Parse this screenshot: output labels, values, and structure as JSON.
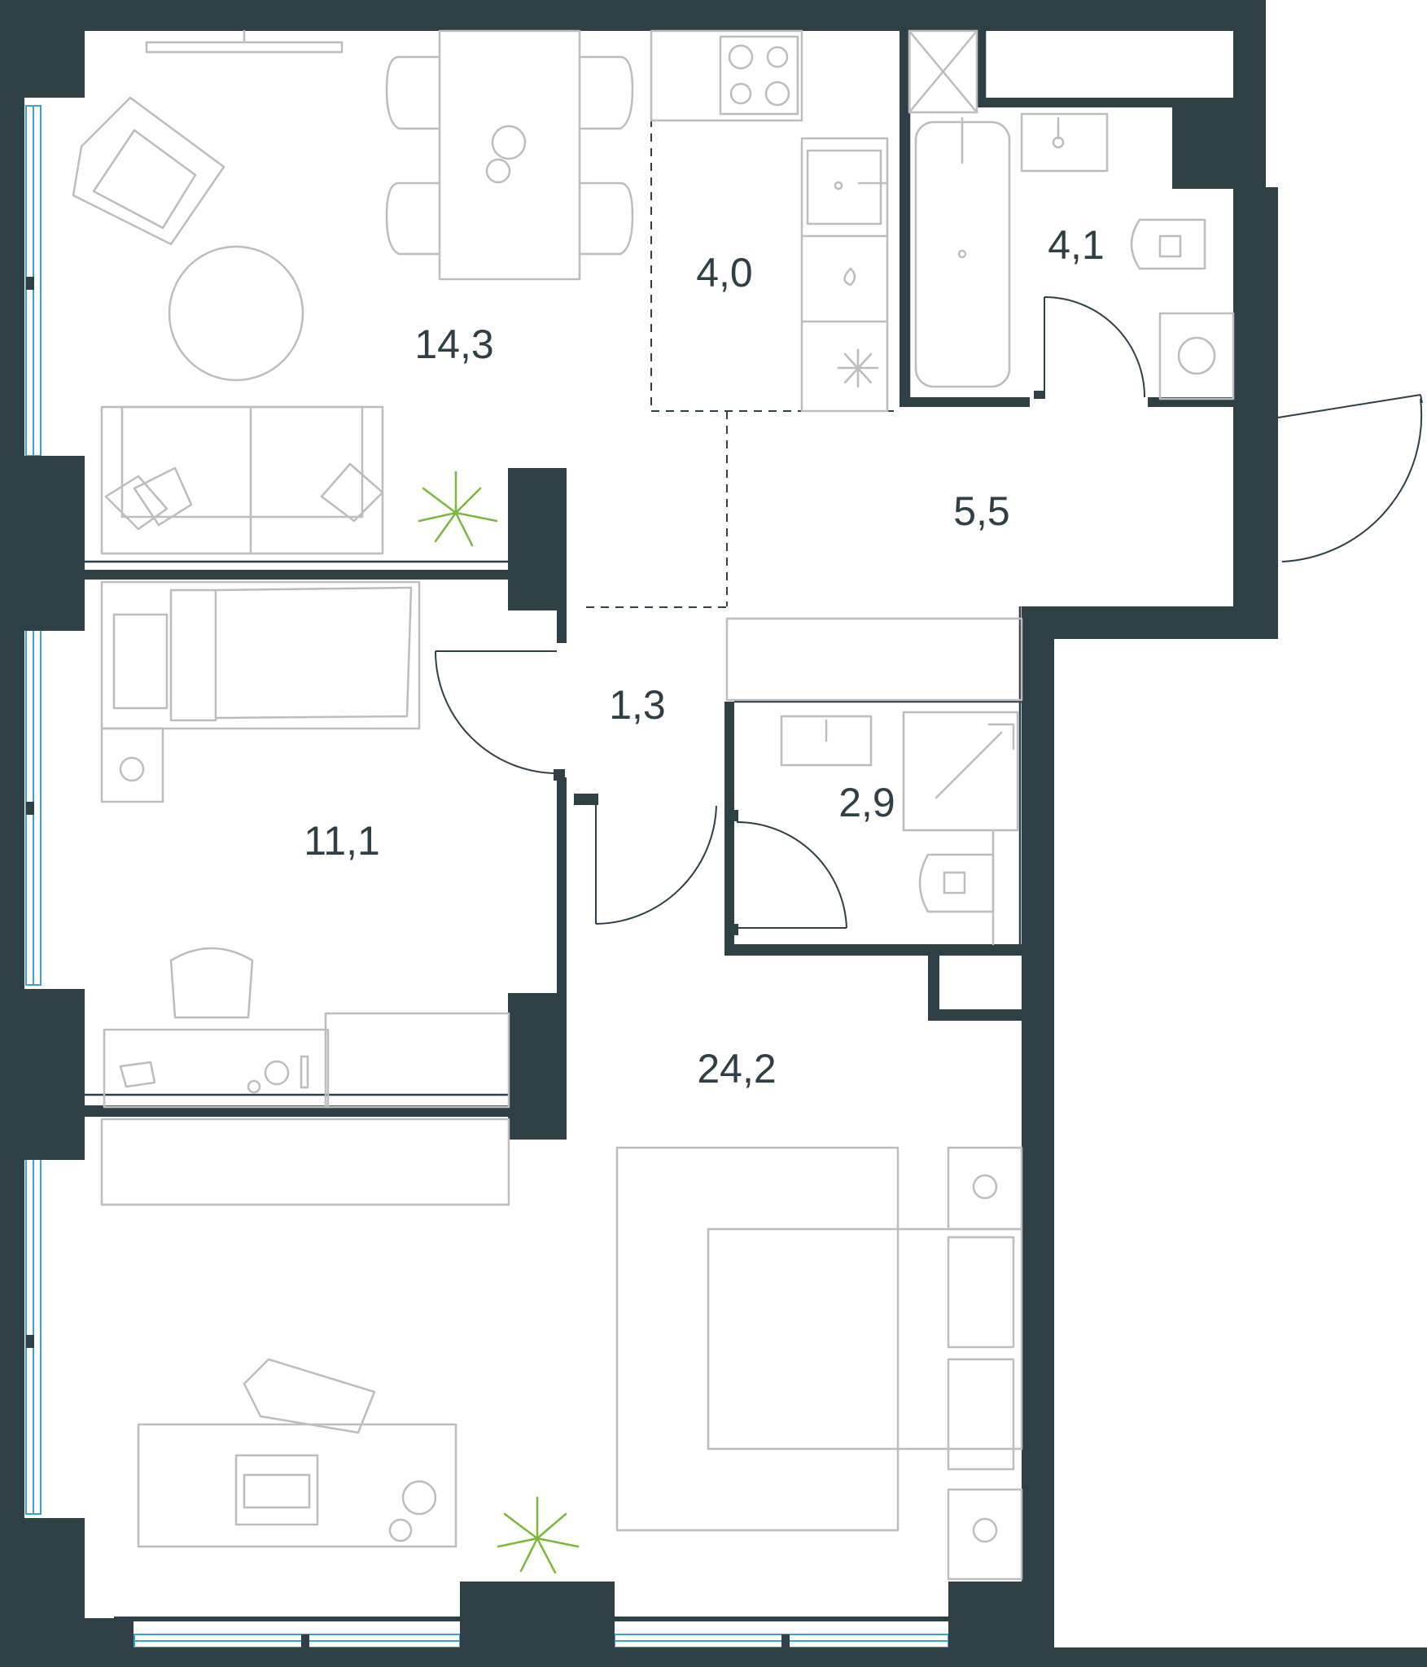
{
  "plan": {
    "colors": {
      "wall": "#2f3f46",
      "furniture": "#bdbdbd",
      "glass": "#3aa1d8",
      "plant": "#7ab83a"
    },
    "rooms": [
      {
        "id": "living-room",
        "area": "14,3"
      },
      {
        "id": "kitchen",
        "area": "4,0"
      },
      {
        "id": "bathroom",
        "area": "4,1"
      },
      {
        "id": "hallway",
        "area": "5,5"
      },
      {
        "id": "corridor",
        "area": "1,3"
      },
      {
        "id": "shower-room",
        "area": "2,9"
      },
      {
        "id": "bedroom-small",
        "area": "11,1"
      },
      {
        "id": "bedroom-main",
        "area": "24,2"
      }
    ]
  }
}
